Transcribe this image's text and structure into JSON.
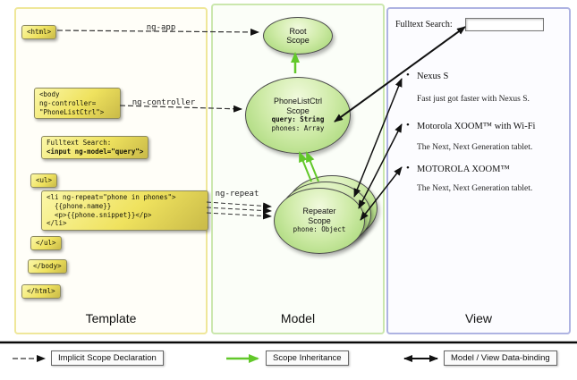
{
  "panels": {
    "template": {
      "label": "Template"
    },
    "model": {
      "label": "Model"
    },
    "view": {
      "label": "View"
    }
  },
  "template_code": {
    "html_open": "<html>",
    "body_open": "<body\nng-controller=\n\"PhoneListCtrl\">",
    "fulltext_label": "Fulltext Search:",
    "fulltext_input": "<input ng-model=\"query\">",
    "ul_open": "<ul>",
    "li_repeat": "<li ng-repeat=\"phone in phones\">\n  {{phone.name}}\n  <p>{{phone.snippet}}</p>\n</li>",
    "ul_close": "</ul>",
    "body_close": "</body>",
    "html_close": "</html>"
  },
  "arrow_labels": {
    "ng_app": "ng-app",
    "ng_controller": "ng-controller",
    "ng_repeat": "ng-repeat"
  },
  "model_scopes": {
    "root": {
      "title": "Root\nScope"
    },
    "phonelist": {
      "title": "PhoneListCtrl\nScope",
      "prop_query": "query: String",
      "prop_phones": "phones: Array"
    },
    "repeater": {
      "title": "Repeater\nScope",
      "prop_phone": "phone: Object"
    }
  },
  "view": {
    "search_label": "Fulltext Search:",
    "search_value": "",
    "bullet": "•",
    "items": [
      {
        "title": "Nexus S",
        "desc": "Fast just got faster with Nexus S."
      },
      {
        "title": "Motorola XOOM™ with Wi-Fi",
        "desc": "The Next, Next Generation tablet."
      },
      {
        "title": "MOTOROLA XOOM™",
        "desc": "The Next, Next Generation tablet."
      }
    ]
  },
  "legend": {
    "implicit": "Implicit Scope Declaration",
    "inheritance": "Scope Inheritance",
    "databinding": "Model / View Data-binding"
  },
  "colors": {
    "scope_green": "#62c82a",
    "box_yellow": "#efe25e",
    "template_border": "#efe79a",
    "model_border": "#cbe7ae",
    "view_border": "#aeb3e2"
  }
}
